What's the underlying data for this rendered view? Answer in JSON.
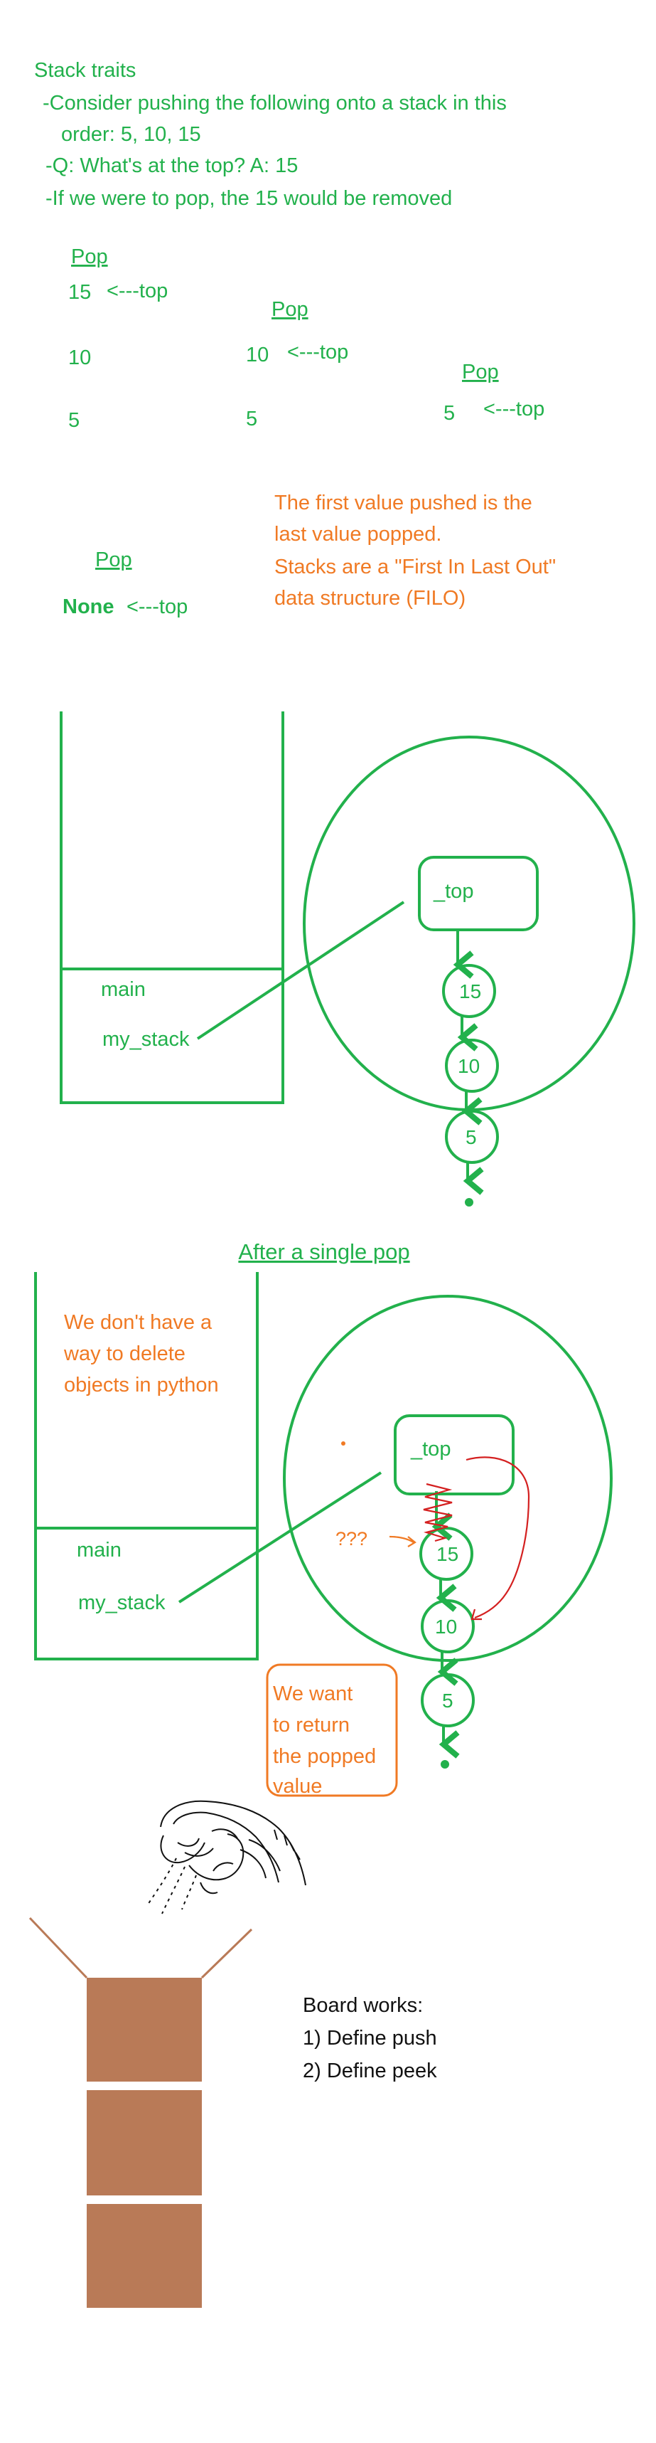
{
  "colors": {
    "green": "#22b14c",
    "orange": "#f07a24",
    "red": "#d42020",
    "black": "#111111",
    "brown": "#b97a57",
    "brown_dark": "#9e6240"
  },
  "notes": {
    "heading": "Stack traits",
    "lines": [
      "-Consider pushing the following onto a stack in this",
      "order: 5, 10, 15",
      "-Q: What's at the top? A: 15",
      "-If we were to pop, the 15 would be removed"
    ]
  },
  "pop_demo": {
    "pop_label": "Pop",
    "top_marker": "<---top",
    "values": [
      "15",
      "10",
      "5"
    ],
    "none_value": "None",
    "explanation": [
      "The first value pushed is the",
      "last value popped.",
      "Stacks are a \"First In Last Out\"",
      "data structure (FILO)"
    ]
  },
  "diagram1": {
    "frame_labels": [
      "main",
      "my_stack"
    ],
    "top_label": "_top",
    "node_values": [
      "15",
      "10",
      "5"
    ],
    "tail_dot": "."
  },
  "diagram2": {
    "heading": "After a single pop",
    "note": [
      "We don't have a",
      "way to delete",
      "objects in python"
    ],
    "frame_labels": [
      "main",
      "my_stack"
    ],
    "top_label": "_top",
    "question": "???",
    "node_values": [
      "15",
      "10",
      "5"
    ],
    "return_note": [
      "We want",
      "to return",
      "the popped",
      "value"
    ],
    "stray_dot": ".",
    "tail_dot": "."
  },
  "board": {
    "title": "Board works:",
    "items": [
      "1) Define push",
      "2) Define peek"
    ]
  }
}
